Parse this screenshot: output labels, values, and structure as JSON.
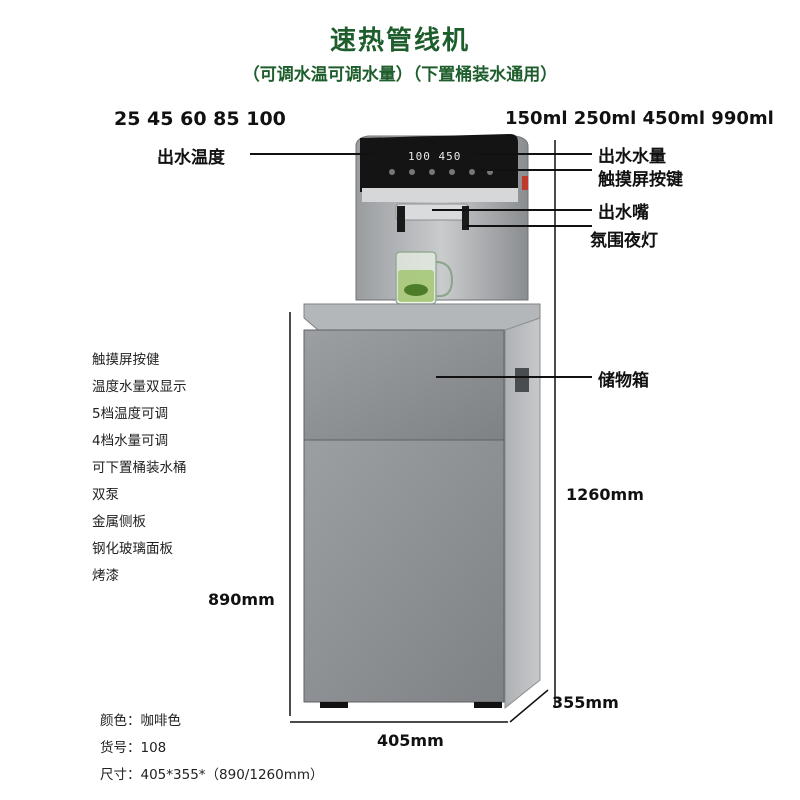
{
  "title": "速热管线机",
  "subtitle": "（可调水温可调水量）（下置桶装水通用）",
  "display_readout": "100 450",
  "temperatures": "25  45  60  85  100",
  "volumes": "150ml  250ml  450ml  990ml",
  "callouts": {
    "outlet_temp": "出水温度",
    "outlet_volume": "出水水量",
    "touch_keys": "触摸屏按键",
    "spout": "出水嘴",
    "ambient_light": "氛围夜灯",
    "storage": "储物箱"
  },
  "features": [
    "触摸屏按健",
    "温度水量双显示",
    "5档温度可调",
    "4档水量可调",
    "可下置桶装水桶",
    "双泵",
    "金属侧板",
    "钢化玻璃面板",
    "烤漆"
  ],
  "dimensions": {
    "total_height": "1260mm",
    "cabinet_height": "890mm",
    "depth": "355mm",
    "width": "405mm"
  },
  "info": {
    "color": "颜色：咖啡色",
    "model": "货号：108",
    "size": "尺寸：405*355*（890/1260mm）"
  },
  "colors": {
    "title_green": "#1e5e2c",
    "body_gray": "#8b8f92",
    "panel_black": "#141414"
  }
}
